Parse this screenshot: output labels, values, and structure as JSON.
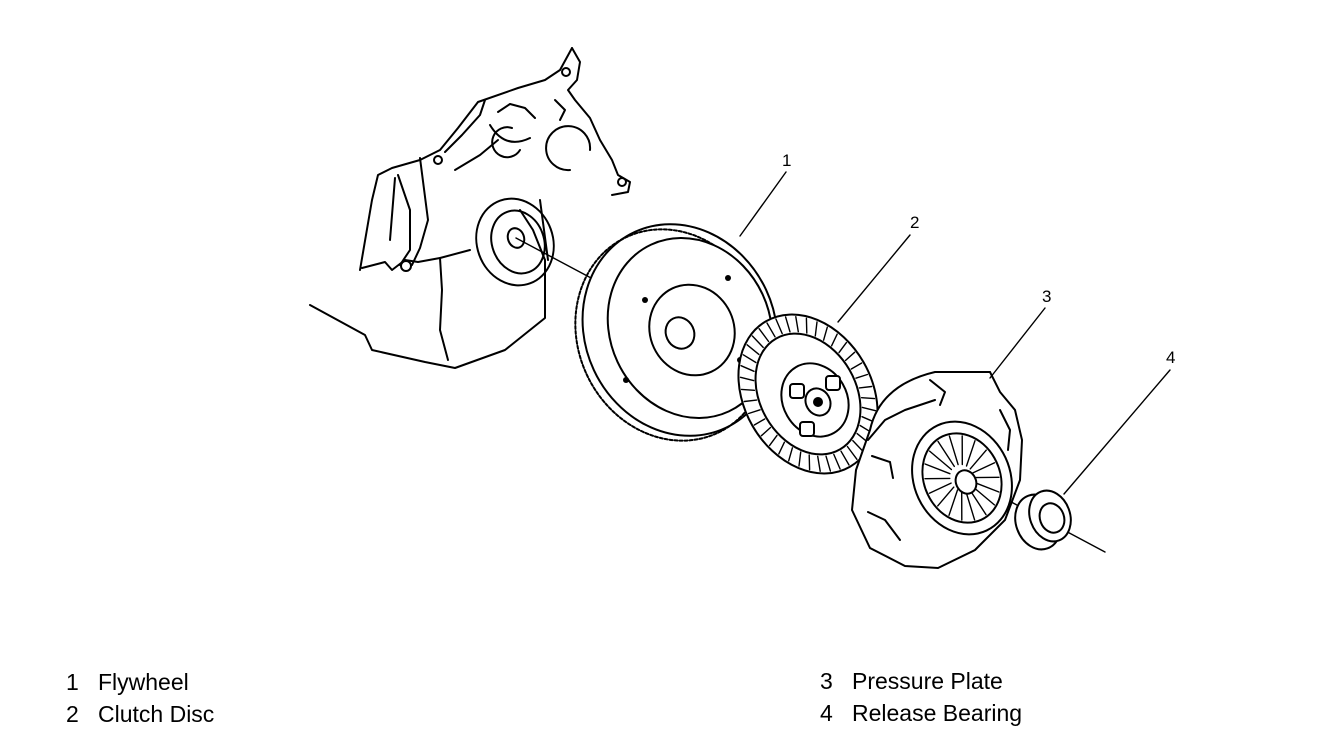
{
  "callouts": [
    {
      "number": "1",
      "name": "Flywheel"
    },
    {
      "number": "2",
      "name": "Clutch Disc"
    },
    {
      "number": "3",
      "name": "Pressure Plate"
    },
    {
      "number": "4",
      "name": "Release Bearing"
    }
  ],
  "legend": {
    "left": [
      {
        "number": "1",
        "label": "Flywheel"
      },
      {
        "number": "2",
        "label": "Clutch Disc"
      }
    ],
    "right": [
      {
        "number": "3",
        "label": "Pressure Plate"
      },
      {
        "number": "4",
        "label": "Release Bearing"
      }
    ]
  }
}
